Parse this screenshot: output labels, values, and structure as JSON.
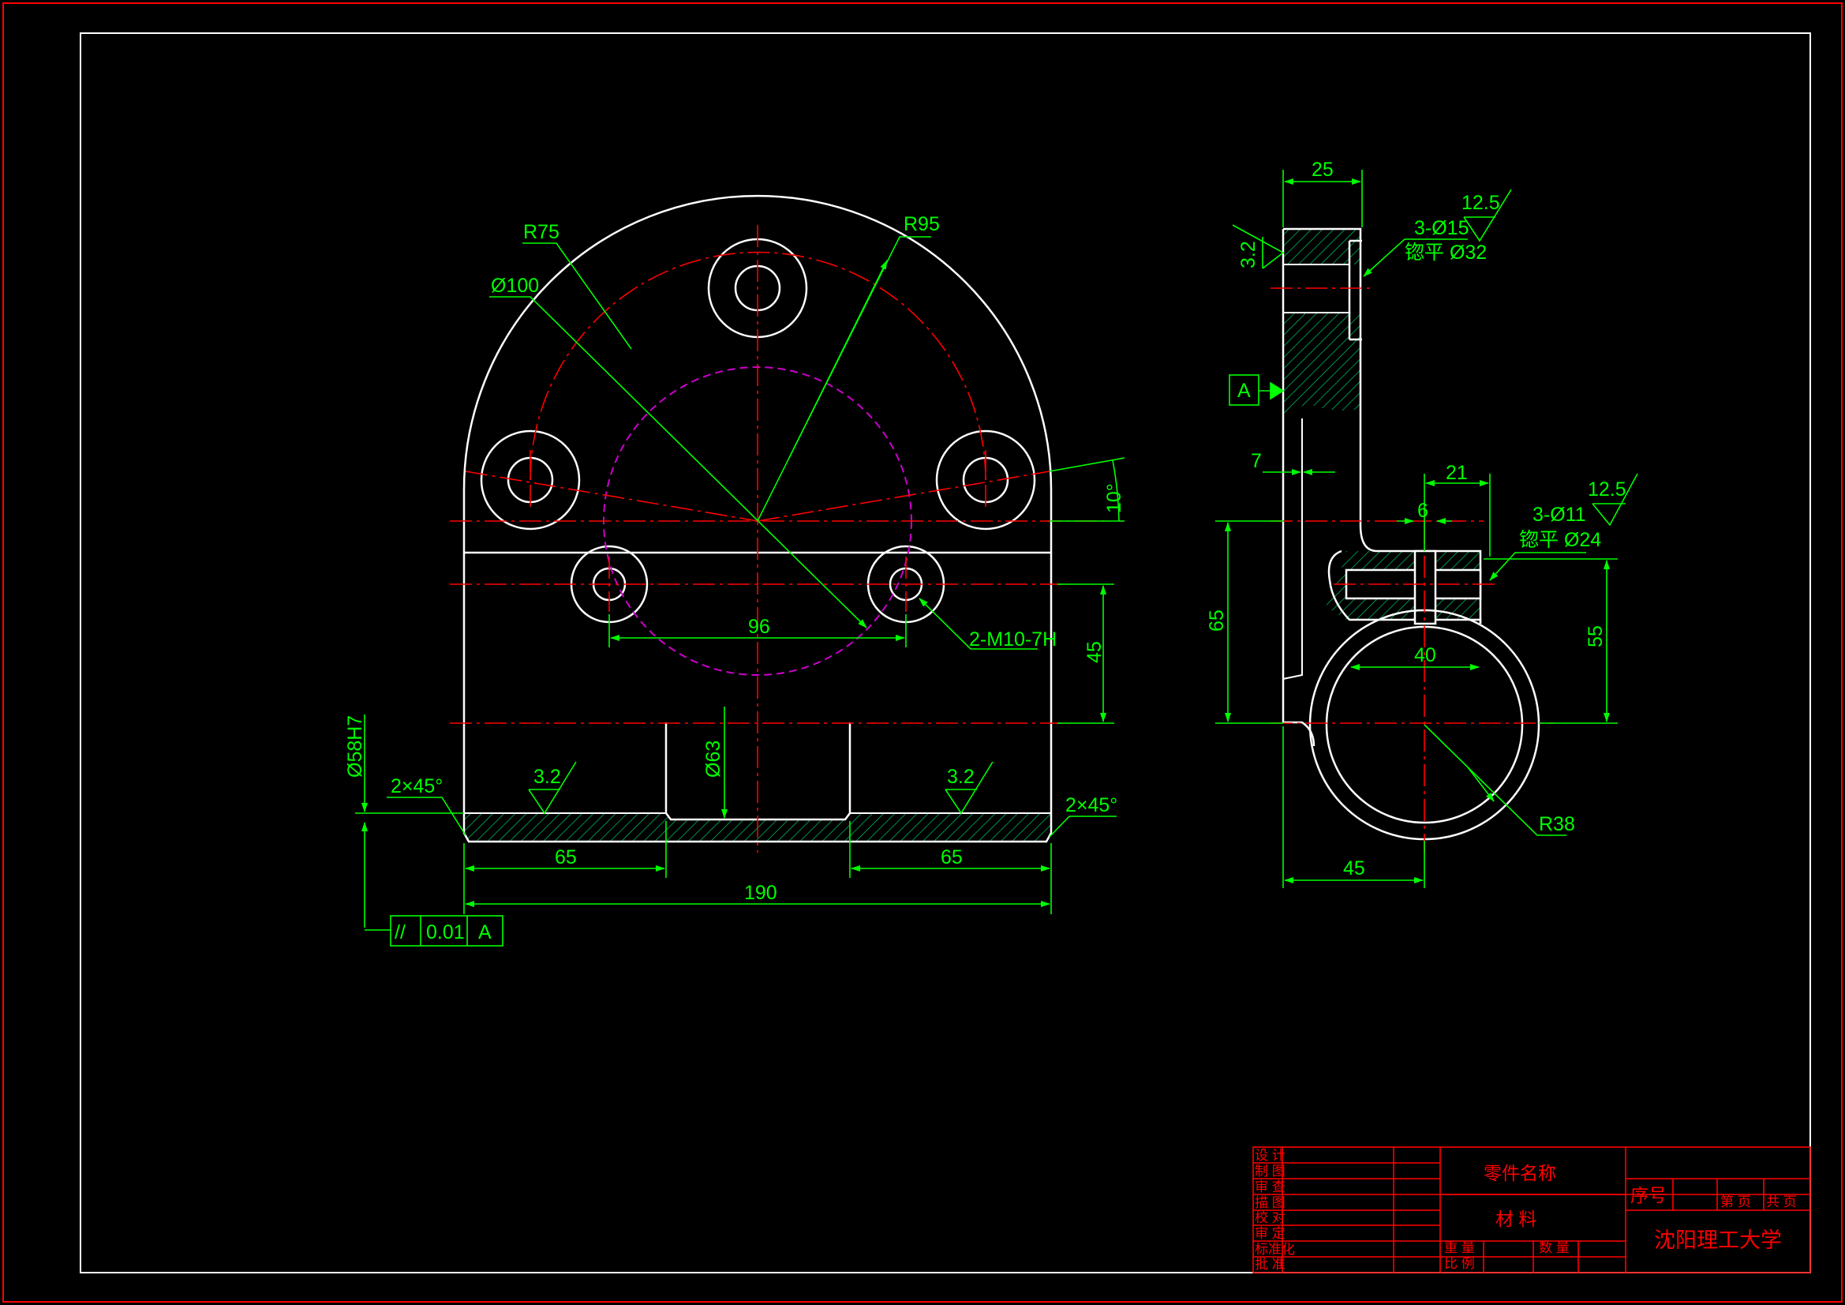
{
  "colors": {
    "background": "#000000",
    "outline": "#ffffff",
    "dimension": "#00ff00",
    "centerline": "#ff0000",
    "hidden": "#cc00cc",
    "frame": "#ffffff",
    "title_block": "#ff0000"
  },
  "front_view": {
    "radius_outer": "R95",
    "radius_inner": "R75",
    "pitch_diameter": "Ø100",
    "angle": "10°",
    "bolt_spacing": "96",
    "thread": "2-M10-7H",
    "height_45": "45",
    "bore": "Ø63",
    "bore_fit": "Ø58H7",
    "chamfer_left": "2×45°",
    "chamfer_right": "2×45°",
    "roughness_left": "3.2",
    "roughness_right": "3.2",
    "width_left": "65",
    "width_right": "65",
    "total_width": "190",
    "tolerance_symbol": "//",
    "tolerance_value": "0.01",
    "tolerance_datum": "A"
  },
  "side_view": {
    "thickness_25": "25",
    "roughness_top": "12.5",
    "roughness_top_side": "3.2",
    "holes_15": "3-Ø15",
    "counterbore_32": "锪平 Ø32",
    "datum_label": "A",
    "offset_7": "7",
    "dim_21": "21",
    "dim_6": "6",
    "roughness_mid": "12.5",
    "holes_11": "3-Ø11",
    "counterbore_24": "锪平 Ø24",
    "height_65": "65",
    "dim_40": "40",
    "height_55": "55",
    "radius_38": "R38",
    "dim_45": "45"
  },
  "title_block": {
    "rows": [
      "设 计",
      "制 图",
      "审 查",
      "描 图",
      "校 对",
      "审 定",
      "标准化",
      "批 准"
    ],
    "part_name": "零件名称",
    "material": "材 料",
    "serial_no": "序号",
    "sheet_page": "第 页",
    "sheet_total": "共 页",
    "weight": "重 量",
    "quantity": "数 量",
    "scale": "比 例",
    "university": "沈阳理工大学"
  }
}
